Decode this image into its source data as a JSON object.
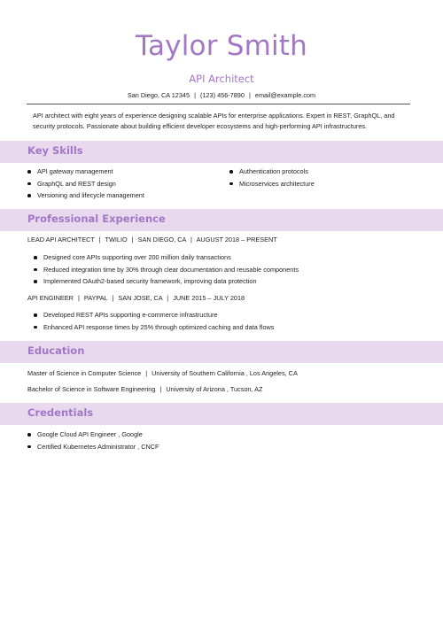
{
  "header": {
    "name": "Taylor Smith",
    "title": "API Architect",
    "location": "San Diego, CA 12345",
    "phone": "(123) 456-7890",
    "email": "email@example.com",
    "separator": "|"
  },
  "summary": "API architect with eight years of experience designing scalable APIs for enterprise applications. Expert in REST, GraphQL, and security protocols. Passionate about building efficient developer ecosystems and high-performing API infrastructures.",
  "skills": {
    "heading": "Key Skills",
    "left": [
      "API gateway management",
      "GraphQL and REST design",
      "Versioning and lifecycle management"
    ],
    "right": [
      "Authentication protocols",
      "Microservices architecture"
    ]
  },
  "experience": {
    "heading": "Professional Experience",
    "jobs": [
      {
        "role": "LEAD API ARCHITECT",
        "company": "TWILIO",
        "location": "SAN DIEGO, CA",
        "dates": "AUGUST 2018 – PRESENT",
        "bullets": [
          "Designed core APIs supporting over 200 million daily transactions",
          "Reduced integration time by 30% through clear documentation and reusable components",
          "Implemented OAuth2-based security framework, improving data protection"
        ]
      },
      {
        "role": "API ENGINEER",
        "company": "PAYPAL",
        "location": "SAN JOSE, CA",
        "dates": "JUNE 2015 – JULY 2018",
        "bullets": [
          "Developed REST APIs supporting e-commerce infrastructure",
          "Enhanced API response times by 25% through optimized caching and data flows"
        ]
      }
    ]
  },
  "education": {
    "heading": "Education",
    "entries": [
      {
        "degree": "Master of Science in Computer Science",
        "school": "University of Southern California , Los Angeles, CA"
      },
      {
        "degree": "Bachelor of Science in Software Engineering",
        "school": "University of Arizona , Tucson, AZ"
      }
    ]
  },
  "credentials": {
    "heading": "Credentials",
    "items": [
      "Google Cloud API Engineer , Google",
      "Certified Kubernetes Administrator , CNCF"
    ]
  },
  "colors": {
    "accent": "#a277c5",
    "band": "#e8d9ee"
  }
}
